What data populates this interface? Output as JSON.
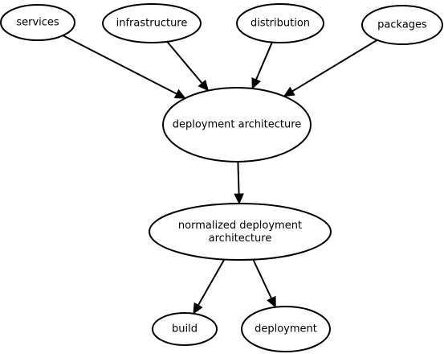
{
  "diagram": {
    "nodes": {
      "services": {
        "label": "services"
      },
      "infrastructure": {
        "label": "infrastructure"
      },
      "distribution": {
        "label": "distribution"
      },
      "packages": {
        "label": "packages"
      },
      "deployment_architecture": {
        "label": "deployment architecture"
      },
      "normalized_deployment_architecture": {
        "label": "normalized deployment architecture"
      },
      "build": {
        "label": "build"
      },
      "deployment": {
        "label": "deployment"
      }
    },
    "edges": [
      {
        "from": "services",
        "to": "deployment_architecture"
      },
      {
        "from": "infrastructure",
        "to": "deployment_architecture"
      },
      {
        "from": "distribution",
        "to": "deployment_architecture"
      },
      {
        "from": "packages",
        "to": "deployment_architecture"
      },
      {
        "from": "deployment_architecture",
        "to": "normalized_deployment_architecture"
      },
      {
        "from": "normalized_deployment_architecture",
        "to": "build"
      },
      {
        "from": "normalized_deployment_architecture",
        "to": "deployment"
      }
    ],
    "colors": {
      "stroke": "#000000",
      "fill": "#ffffff",
      "text": "#000000"
    }
  }
}
